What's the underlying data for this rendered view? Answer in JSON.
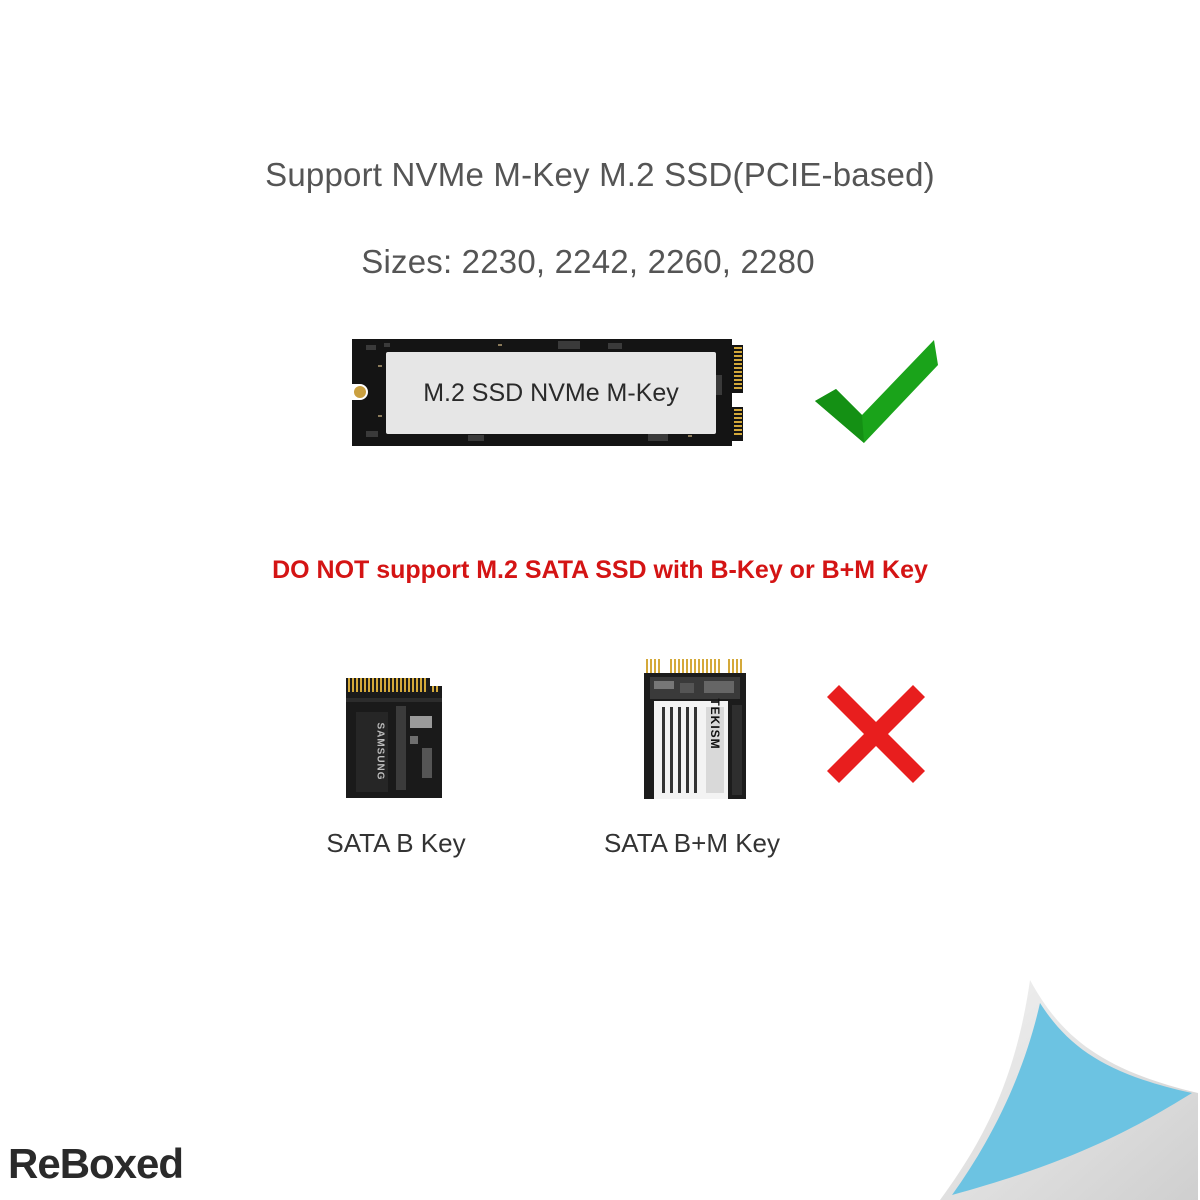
{
  "heading_line1": "Support NVMe M-Key M.2 SSD(PCIE-based)",
  "heading_line2": "Sizes: 2230, 2242, 2260, 2280",
  "nvme_card": {
    "label": "M.2 SSD NVMe M-Key",
    "status_icon": "checkmark-icon",
    "status_color": "#1aa31a"
  },
  "warning": {
    "text": "DO NOT support M.2 SATA SSD with B-Key or B+M Key",
    "color": "#d41414"
  },
  "unsupported": [
    {
      "caption": "SATA B Key",
      "chip_label": "SAMSUNG"
    },
    {
      "caption": "SATA B+M Key",
      "chip_label": "TEKISM"
    }
  ],
  "unsupported_icon": {
    "name": "x-mark-icon",
    "color": "#e81e1e"
  },
  "brand": "ReBoxed",
  "corner_accent_color": "#6cc3e2"
}
